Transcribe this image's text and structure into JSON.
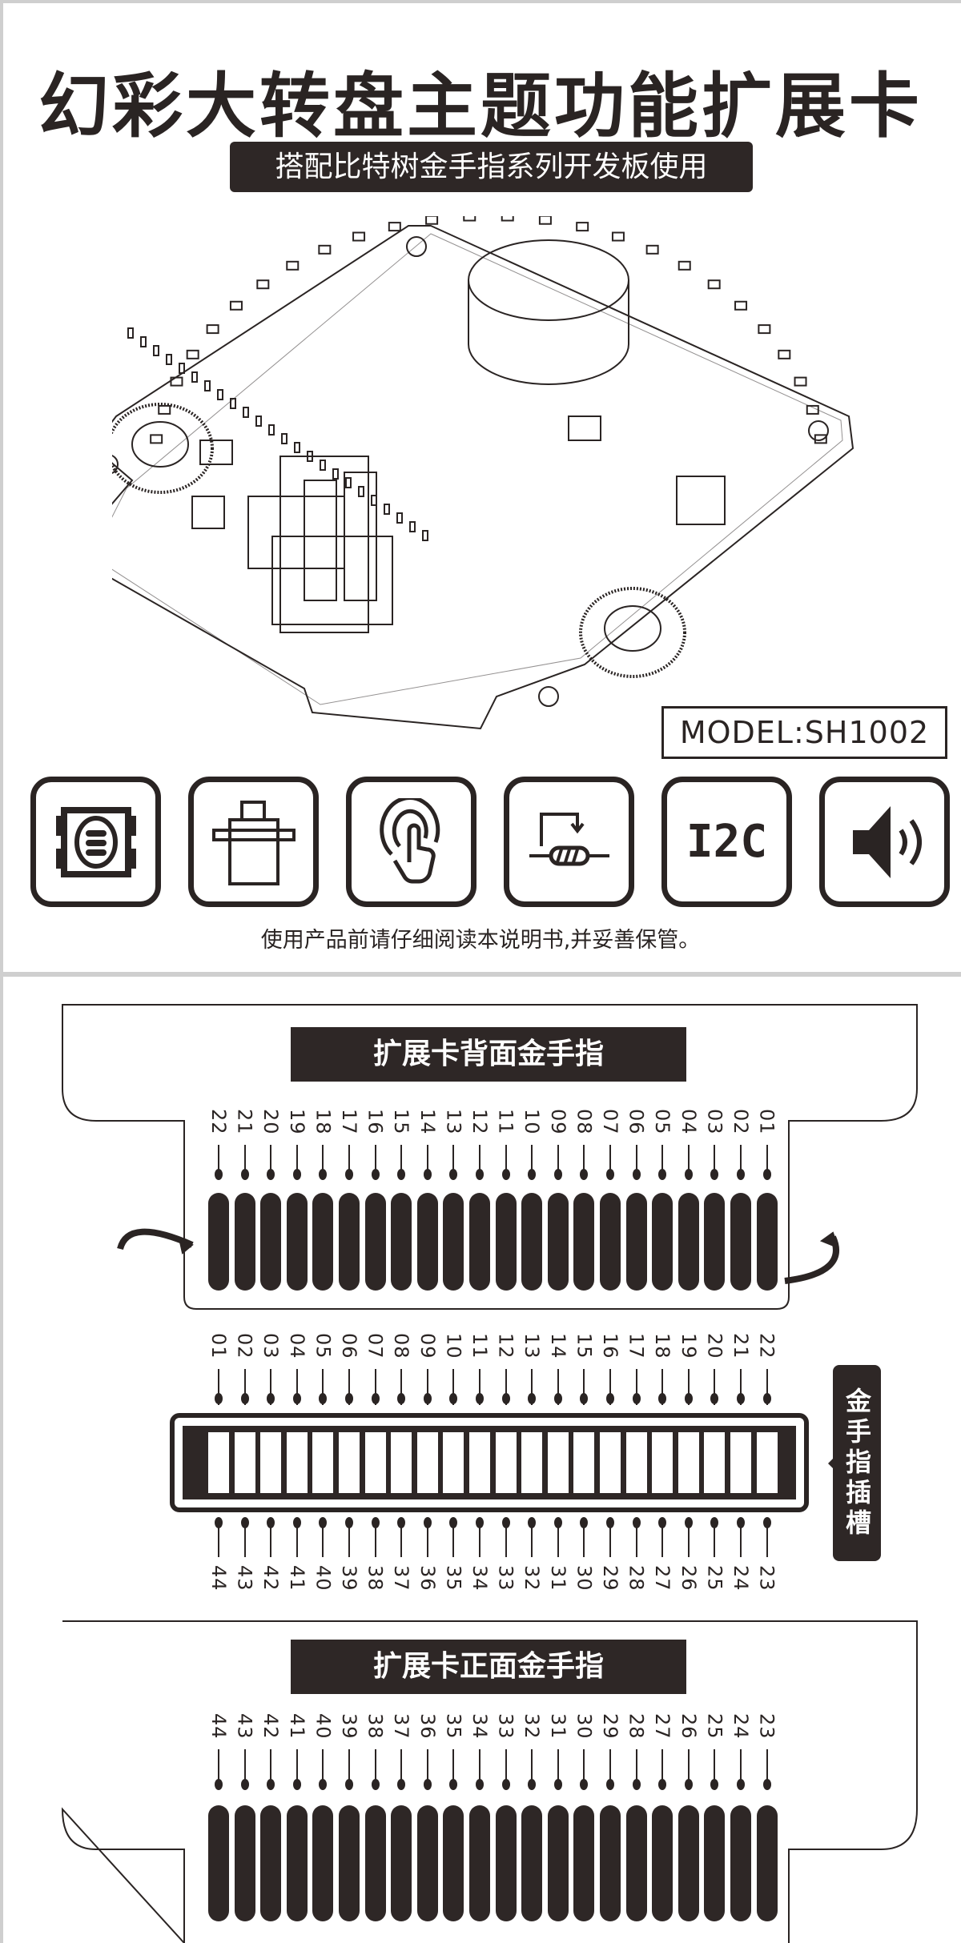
{
  "header": {
    "title": "幻彩大转盘主题功能扩展卡",
    "subtitle": "搭配比特树金手指系列开发板使用"
  },
  "model": "MODEL:SH1002",
  "features": [
    {
      "icon": "rgb-led-icon"
    },
    {
      "icon": "servo-icon"
    },
    {
      "icon": "touch-icon"
    },
    {
      "icon": "potentiometer-icon"
    },
    {
      "icon": "i2c-icon",
      "label": "I2C"
    },
    {
      "icon": "speaker-icon"
    }
  ],
  "notice": "使用产品前请仔细阅读本说明书,并妥善保管。",
  "back": {
    "title": "扩展卡背面金手指",
    "pins": [
      "22",
      "21",
      "20",
      "19",
      "18",
      "17",
      "16",
      "15",
      "14",
      "13",
      "12",
      "11",
      "10",
      "09",
      "08",
      "07",
      "06",
      "05",
      "04",
      "03",
      "02",
      "01"
    ]
  },
  "slot": {
    "label": "金手指插槽",
    "top_pins": [
      "01",
      "02",
      "03",
      "04",
      "05",
      "06",
      "07",
      "08",
      "09",
      "10",
      "11",
      "12",
      "13",
      "14",
      "15",
      "16",
      "17",
      "18",
      "19",
      "20",
      "21",
      "22"
    ],
    "bottom_pins": [
      "44",
      "43",
      "42",
      "41",
      "40",
      "39",
      "38",
      "37",
      "36",
      "35",
      "34",
      "33",
      "32",
      "31",
      "30",
      "29",
      "28",
      "27",
      "26",
      "25",
      "24",
      "23"
    ]
  },
  "front": {
    "title": "扩展卡正面金手指",
    "pins": [
      "44",
      "43",
      "42",
      "41",
      "40",
      "39",
      "38",
      "37",
      "36",
      "35",
      "34",
      "33",
      "32",
      "31",
      "30",
      "29",
      "28",
      "27",
      "26",
      "25",
      "24",
      "23"
    ]
  },
  "colors": {
    "ink": "#2a2423",
    "pill": "#2e2726",
    "divider": "#cfcfcf"
  }
}
